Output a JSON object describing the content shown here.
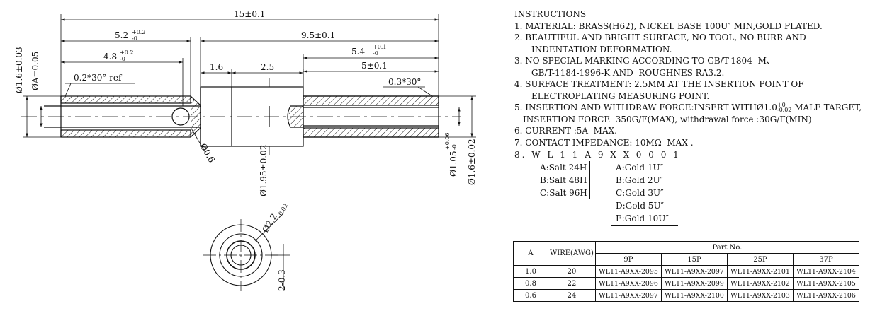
{
  "drawing": {
    "dims": {
      "overall": "15±0.1",
      "d52": "5.2",
      "d52_tol": "+0.2",
      "d52_tol2": "-0",
      "d95": "9.5±0.1",
      "d48": "4.8",
      "d48_tol": "+0.2",
      "d48_tol2": "-0",
      "d54": "5.4",
      "d54_tol": "+0.1",
      "d54_tol2": "-0",
      "d16": "1.6",
      "d25": "2.5",
      "d5": "5±0.1",
      "ref": "0.2*30° ref",
      "chamfer": "0.3*30°",
      "dia16": "Ø1.6±0.03",
      "diaA": "ØA±0.05",
      "dia06": "Ø0.6",
      "dia195": "Ø1.95±0.02",
      "dia105": "Ø1.05",
      "dia105_tol": "+0.06",
      "dia105_tol2": "-0",
      "dia16b": "Ø1.6±0.02",
      "dia22": "Ø2.2",
      "dia22_tol": "-0.02",
      "d2": "2-0.3"
    }
  },
  "notes": {
    "title": "INSTRUCTIONS",
    "n1": "1. MATERIAL: BRASS(H62), NICKEL BASE 100U″ MIN,GOLD PLATED.",
    "n2a": "2. BEAUTIFUL AND BRIGHT SURFACE, NO TOOL, NO BURR AND",
    "n2b": "INDENTATION DEFORMATION.",
    "n3a": "3. NO SPECIAL MARKING ACCORDING TO GB/T-1804 -M、",
    "n3b": "GB/T-1184-1996-K AND  ROUGHNES RA3.2.",
    "n4a": "4. SURFACE TREATMENT: 2.5MM AT THE INSERTION POINT OF",
    "n4b": "ELECTROPLATING MEASURING POINT.",
    "n5a": "5. INSERTION AND WITHDRAW FORCE:INSERT WITHØ1.0",
    "n5a_sup": "+0",
    "n5a_sub": "-0.02",
    "n5a_end": " MALE TARGET,",
    "n5b": "INSERTION FORCE  350G/F(MAX), withdrawal force :30G/F(MIN)",
    "n6": "6. CURRENT :5A  MAX.",
    "n7": "7. CONTACT IMPEDANCE: 10MΩ  MAX .",
    "n8": "8. W L 1 1-A 9 X X-0 0 0 1",
    "salt": [
      "A:Salt 24H",
      "B:Salt 48H",
      "C:Salt 96H"
    ],
    "gold": [
      "A:Gold 1U″",
      "B:Gold 2U″",
      "C:Gold 3U″",
      "D:Gold 5U″",
      "E:Gold 10U″"
    ]
  },
  "table": {
    "col_a": "A",
    "col_wire": "WIRE(AWG)",
    "col_part": "Part  No.",
    "pins": [
      "9P",
      "15P",
      "25P",
      "37P"
    ],
    "rows": [
      {
        "a": "1.0",
        "wire": "20",
        "parts": [
          "WL11-A9XX-2095",
          "WL11-A9XX-2097",
          "WL11-A9XX-2101",
          "WL11-A9XX-2104"
        ]
      },
      {
        "a": "0.8",
        "wire": "22",
        "parts": [
          "WL11-A9XX-2096",
          "WL11-A9XX-2099",
          "WL11-A9XX-2102",
          "WL11-A9XX-2105"
        ]
      },
      {
        "a": "0.6",
        "wire": "24",
        "parts": [
          "WL11-A9XX-2097",
          "WL11-A9XX-2100",
          "WL11-A9XX-2103",
          "WL11-A9XX-2106"
        ]
      }
    ]
  }
}
